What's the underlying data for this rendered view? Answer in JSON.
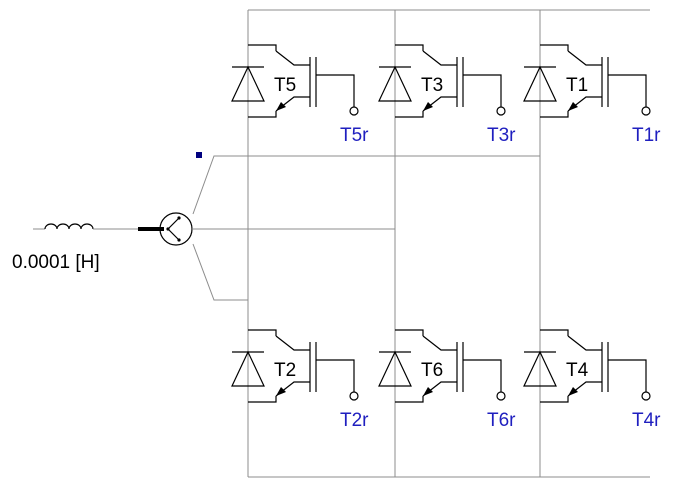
{
  "colors": {
    "wire": "#8c8c8c",
    "device": "#000000",
    "signal_label": "#1f1fbf",
    "node_marker": "#00007f"
  },
  "inductor": {
    "label": "0.0001 [H]"
  },
  "devices": [
    {
      "name": "T5",
      "gate": "T5r",
      "row": "top",
      "col": 0
    },
    {
      "name": "T3",
      "gate": "T3r",
      "row": "top",
      "col": 1
    },
    {
      "name": "T1",
      "gate": "T1r",
      "row": "top",
      "col": 2
    },
    {
      "name": "T2",
      "gate": "T2r",
      "row": "bottom",
      "col": 0
    },
    {
      "name": "T6",
      "gate": "T6r",
      "row": "bottom",
      "col": 1
    },
    {
      "name": "T4",
      "gate": "T4r",
      "row": "bottom",
      "col": 2
    }
  ]
}
